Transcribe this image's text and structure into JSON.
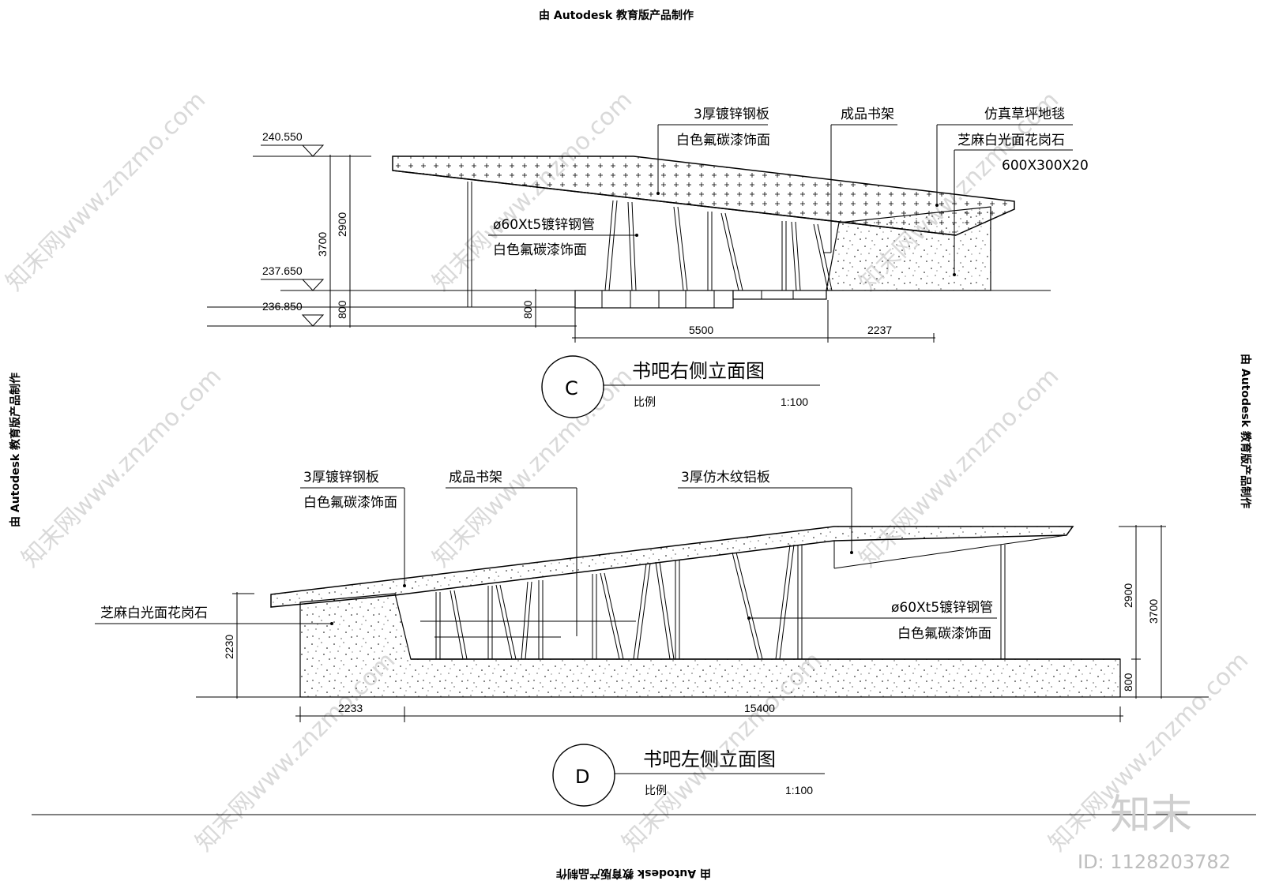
{
  "stamp": {
    "text": "由 Autodesk 教育版产品制作"
  },
  "watermark": {
    "site": "知末网www.znzmo.com",
    "brand": "知末",
    "id": "ID: 1128203782"
  },
  "elevation_c": {
    "marker": "C",
    "title": "书吧右侧立面图",
    "scale_label": "比例",
    "scale_value": "1:100",
    "levels": [
      "240.550",
      "237.650",
      "236.850"
    ],
    "dims": {
      "h_total": "3700",
      "h_upper": "2900",
      "h_base": "800",
      "h_base2": "800",
      "w_main": "5500",
      "w_side": "2237"
    },
    "callouts": {
      "steel_plate": "3厚镀锌钢板",
      "steel_plate_finish": "白色氟碳漆饰面",
      "bookshelf": "成品书架",
      "turf": "仿真草坪地毯",
      "granite": "芝麻白光面花岗石",
      "granite_size": "600X300X20",
      "pipe": "ø60Xt5镀锌钢管",
      "pipe_finish": "白色氟碳漆饰面"
    }
  },
  "elevation_d": {
    "marker": "D",
    "title": "书吧左侧立面图",
    "scale_label": "比例",
    "scale_value": "1:100",
    "dims": {
      "h_left": "2230",
      "h_upper": "2900",
      "h_total": "3700",
      "h_base": "800",
      "w_left": "2233",
      "w_main": "15400"
    },
    "callouts": {
      "steel_plate": "3厚镀锌钢板",
      "steel_plate_finish": "白色氟碳漆饰面",
      "bookshelf": "成品书架",
      "alu_panel": "3厚仿木纹铝板",
      "granite": "芝麻白光面花岗石",
      "pipe": "ø60Xt5镀锌钢管",
      "pipe_finish": "白色氟碳漆饰面"
    }
  }
}
